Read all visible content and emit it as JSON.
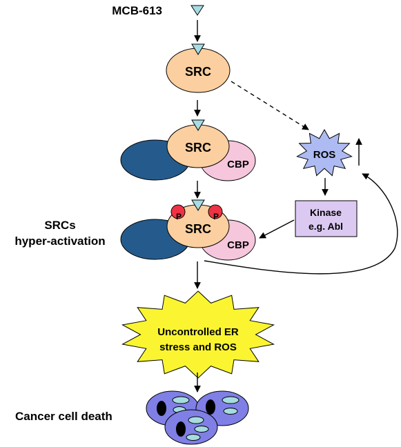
{
  "drug": {
    "label": "MCB-613"
  },
  "src_alone": {
    "label": "SRC"
  },
  "complex": {
    "src_label": "SRC",
    "cbp_label": "CBP"
  },
  "active_complex": {
    "src_label": "SRC",
    "cbp_label": "CBP",
    "phospho_label": "P",
    "side_label_line1": "SRCs",
    "side_label_line2": "hyper-activation"
  },
  "ros": {
    "label": "ROS"
  },
  "kinase": {
    "line1": "Kinase",
    "line2": "e.g. Abl"
  },
  "stress": {
    "line1": "Uncontrolled ER",
    "line2": "stress and ROS"
  },
  "death": {
    "label": "Cancer cell death"
  },
  "colors": {
    "drug_triangle": "#a8dce3",
    "src": "#fbcf9f",
    "blue_protein": "#255b8c",
    "cbp": "#f5c6dc",
    "phospho": "#ee3344",
    "ros_burst": "#aebbf2",
    "kinase_box": "#dcc9f2",
    "stress_burst": "#faf530",
    "cell_body": "#7f7fe6",
    "organelle": "#a7dcdf"
  }
}
